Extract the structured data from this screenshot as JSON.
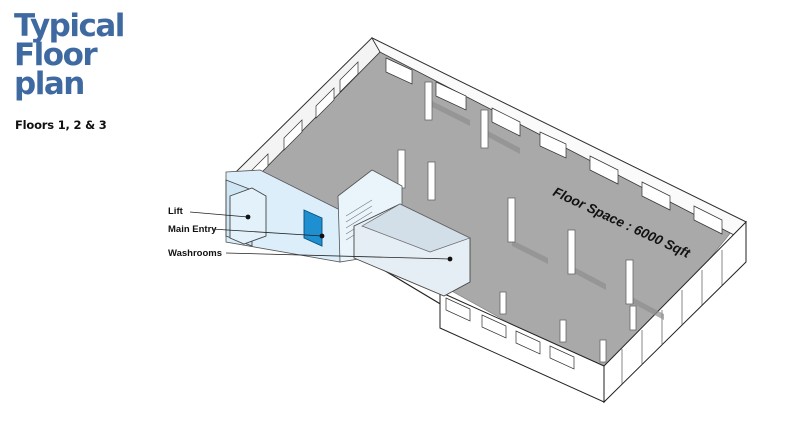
{
  "title": {
    "line1": "Typical",
    "line2": "Floor",
    "line3": "plan"
  },
  "subtitle": "Floors 1, 2 & 3",
  "callouts": {
    "lift": "Lift",
    "main_entry": "Main Entry",
    "washrooms": "Washrooms"
  },
  "floor_space_label": "Floor Space : 6000 Sqft",
  "colors": {
    "title": "#3f6aa1",
    "floor": "#a9a9a9",
    "glass": "#cfe6f5",
    "door": "#1e8fd0"
  }
}
